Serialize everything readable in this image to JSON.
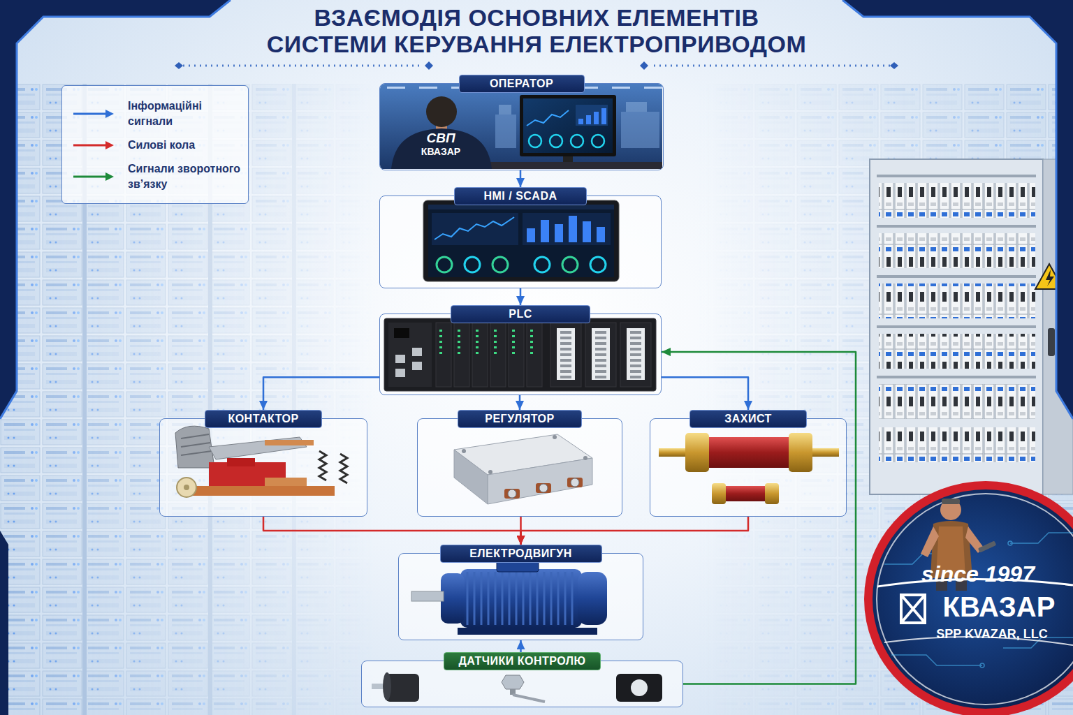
{
  "diagram": {
    "title": "ВЗАЄМОДІЯ ОСНОВНИХ ЕЛЕМЕНТІВ СИСТЕМИ КЕРУВАННЯ ЕЛЕКТРОПРИВОДОМ",
    "nodes": [
      {
        "text": [
          "ОПЕРАТОР"
        ]
      },
      {
        "text": [
          "HMI / SCADA"
        ]
      },
      {
        "text": [
          "PLC"
        ]
      },
      {
        "text": [
          "КОНТАКТОР"
        ]
      },
      {
        "text": [
          "РЕГУЛЯТОР"
        ]
      },
      {
        "text": [
          "ЗАХИСТ"
        ]
      },
      {
        "text": [
          "ЕЛЕКТРОДВИГУН"
        ]
      },
      {
        "text": [
          "ДАТЧИКИ КОНТРОЛЮ"
        ]
      }
    ],
    "edges": [
      {
        "from": 0,
        "to": 1,
        "arrow": "to"
      },
      {
        "from": 1,
        "to": 2,
        "arrow": "to"
      },
      {
        "from": 2,
        "to": 3,
        "arrow": "to"
      },
      {
        "from": 2,
        "to": 4,
        "arrow": "to"
      },
      {
        "from": 2,
        "to": 5,
        "arrow": "to"
      },
      {
        "from": 3,
        "to": 6,
        "arrow": "to"
      },
      {
        "from": 4,
        "to": 6,
        "arrow": "to"
      },
      {
        "from": 5,
        "to": 6,
        "arrow": "to"
      },
      {
        "from": 7,
        "to": 6,
        "arrow": "to"
      },
      {
        "from": 7,
        "to": 2,
        "arrow": "to"
      }
    ],
    "labels": [
      "СВП",
      "КВАЗАР",
      "since 1997",
      "КВАЗАР",
      "SPP KVAZAR, LLC"
    ],
    "legend": [
      {
        "text": "Інформаційні сигнали"
      },
      {
        "text": "Силові кола"
      },
      {
        "text": "Сигнали зворотного зв’язку"
      }
    ]
  }
}
